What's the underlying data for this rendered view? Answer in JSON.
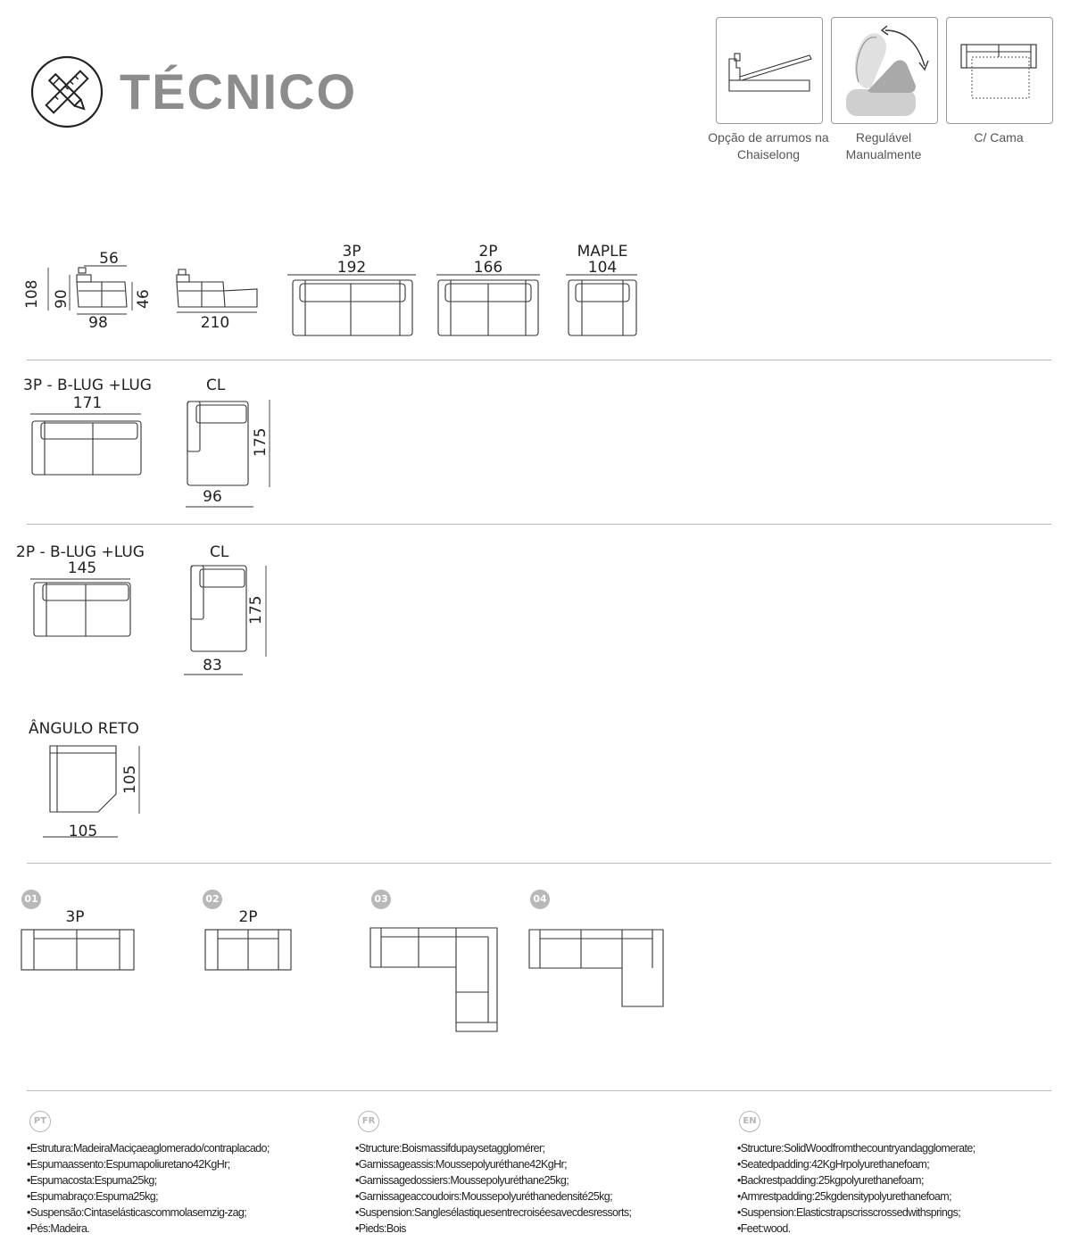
{
  "header": {
    "title": "TÉCNICO",
    "logo_icon": "ruler-pencil-cross-icon"
  },
  "features": [
    {
      "label": "Opção de arrumos na Chaiselong",
      "icon": "storage-chaiselong-icon"
    },
    {
      "label": "Regulável Manualmente",
      "icon": "adjustable-headrest-icon"
    },
    {
      "label": "C/ Cama",
      "icon": "sofa-bed-icon"
    }
  ],
  "section1": {
    "side_view": {
      "width": "56",
      "total_height": "108",
      "back_height": "90",
      "seat_height": "46",
      "depth": "98"
    },
    "extended_view": {
      "length": "210"
    },
    "models": [
      {
        "name": "3P",
        "width": "192"
      },
      {
        "name": "2P",
        "width": "166"
      },
      {
        "name": "MAPLE",
        "width": "104"
      }
    ]
  },
  "section2": {
    "module": {
      "name": "3P - B-LUG +LUG",
      "width": "171"
    },
    "chaise": {
      "name": "CL",
      "width": "96",
      "length": "175"
    }
  },
  "section3": {
    "module": {
      "name": "2P - B-LUG +LUG",
      "width": "145"
    },
    "chaise": {
      "name": "CL",
      "width": "83",
      "length": "175"
    }
  },
  "section4": {
    "corner": {
      "name": "ÂNGULO RETO",
      "width": "105",
      "depth": "105"
    }
  },
  "compositions": [
    {
      "number": "01",
      "name": "3P"
    },
    {
      "number": "02",
      "name": "2P"
    },
    {
      "number": "03",
      "name": ""
    },
    {
      "number": "04",
      "name": ""
    }
  ],
  "specs": {
    "pt": {
      "code": "PT",
      "lines": [
        "•Estrutura:MadeiraMaciçaeaglomerado/contraplacado;",
        "•Espumaassento:Espumapoliuretano42KgHr;",
        "•Espumacosta:Espuma25kg;",
        "•Espumabraço:Espuma25kg;",
        "•Suspensão:Cintaselásticascommolasemzig-zag;",
        "•Pés:Madeira."
      ]
    },
    "fr": {
      "code": "FR",
      "lines": [
        "•Structure:Boismassifdupaysetagglomérer;",
        "•Garnissageassis:Moussepolyuréthane42KgHr;",
        "•Garnissagedossiers:Moussepolyuréthane25kg;",
        "•Garnissageaccoudoirs:Moussepolyuréthanedensité25kg;",
        "•Suspension:Sanglesélastiquesentrecroiséesavecdesressorts;",
        "•Pieds:Bois"
      ]
    },
    "en": {
      "code": "EN",
      "lines": [
        "•Structure:SolidWoodfromthecountryandagglomerate;",
        "•Seatedpadding:42KgHrpolyurethanefoam;",
        "•Backrestpadding:25kgpolyurethanefoam;",
        "•Armrestpadding:25kgdensitypolyurethanefoam;",
        "•Suspension:Elasticstrapscrisscrossedwithsprings;",
        "•Feet:wood."
      ]
    }
  }
}
